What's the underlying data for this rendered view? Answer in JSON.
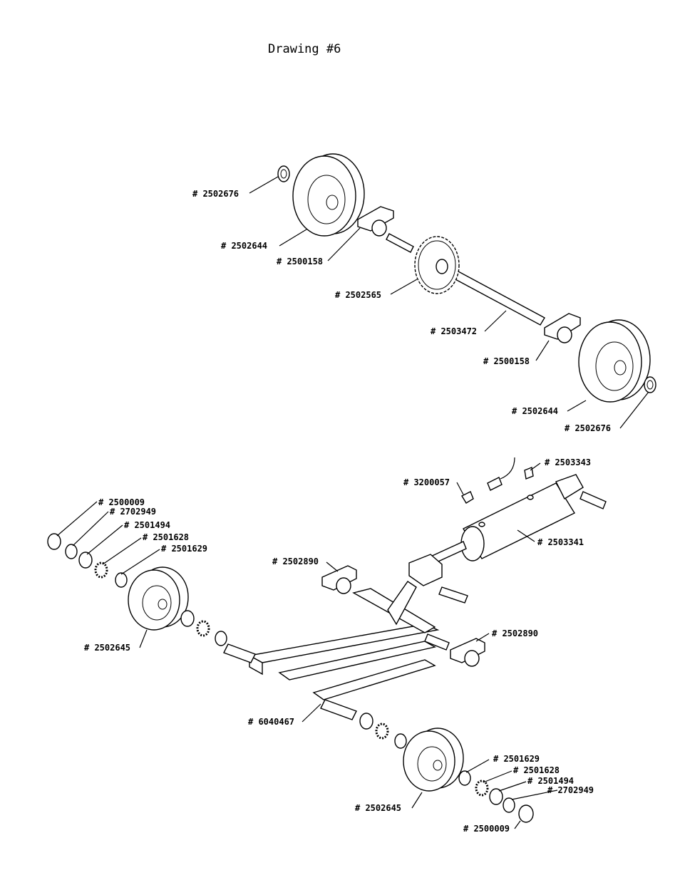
{
  "title": "Drawing #6",
  "labels": {
    "p2502676_a": "# 2502676",
    "p2502644_a": "# 2502644",
    "p2500158_a": "# 2500158",
    "p2502565": "# 2502565",
    "p2503472": "# 2503472",
    "p2500158_b": "# 2500158",
    "p2502644_b": "# 2502644",
    "p2502676_b": "# 2502676",
    "p2503343": "# 2503343",
    "p3200057": "# 3200057",
    "p2503341": "# 2503341",
    "p2500009_a": "# 2500009",
    "p2702949_a": "# 2702949",
    "p2501494_a": "# 2501494",
    "p2501628_a": "# 2501628",
    "p2501629_a": "# 2501629",
    "p2502890_a": "# 2502890",
    "p2502890_b": "# 2502890",
    "p2502645_a": "# 2502645",
    "p6040467": "# 6040467",
    "p2501629_b": "# 2501629",
    "p2501628_b": "# 2501628",
    "p2501494_b": "# 2501494",
    "p2702949_b": "# 2702949",
    "p2502645_b": "# 2502645",
    "p2500009_b": "# 2500009"
  }
}
